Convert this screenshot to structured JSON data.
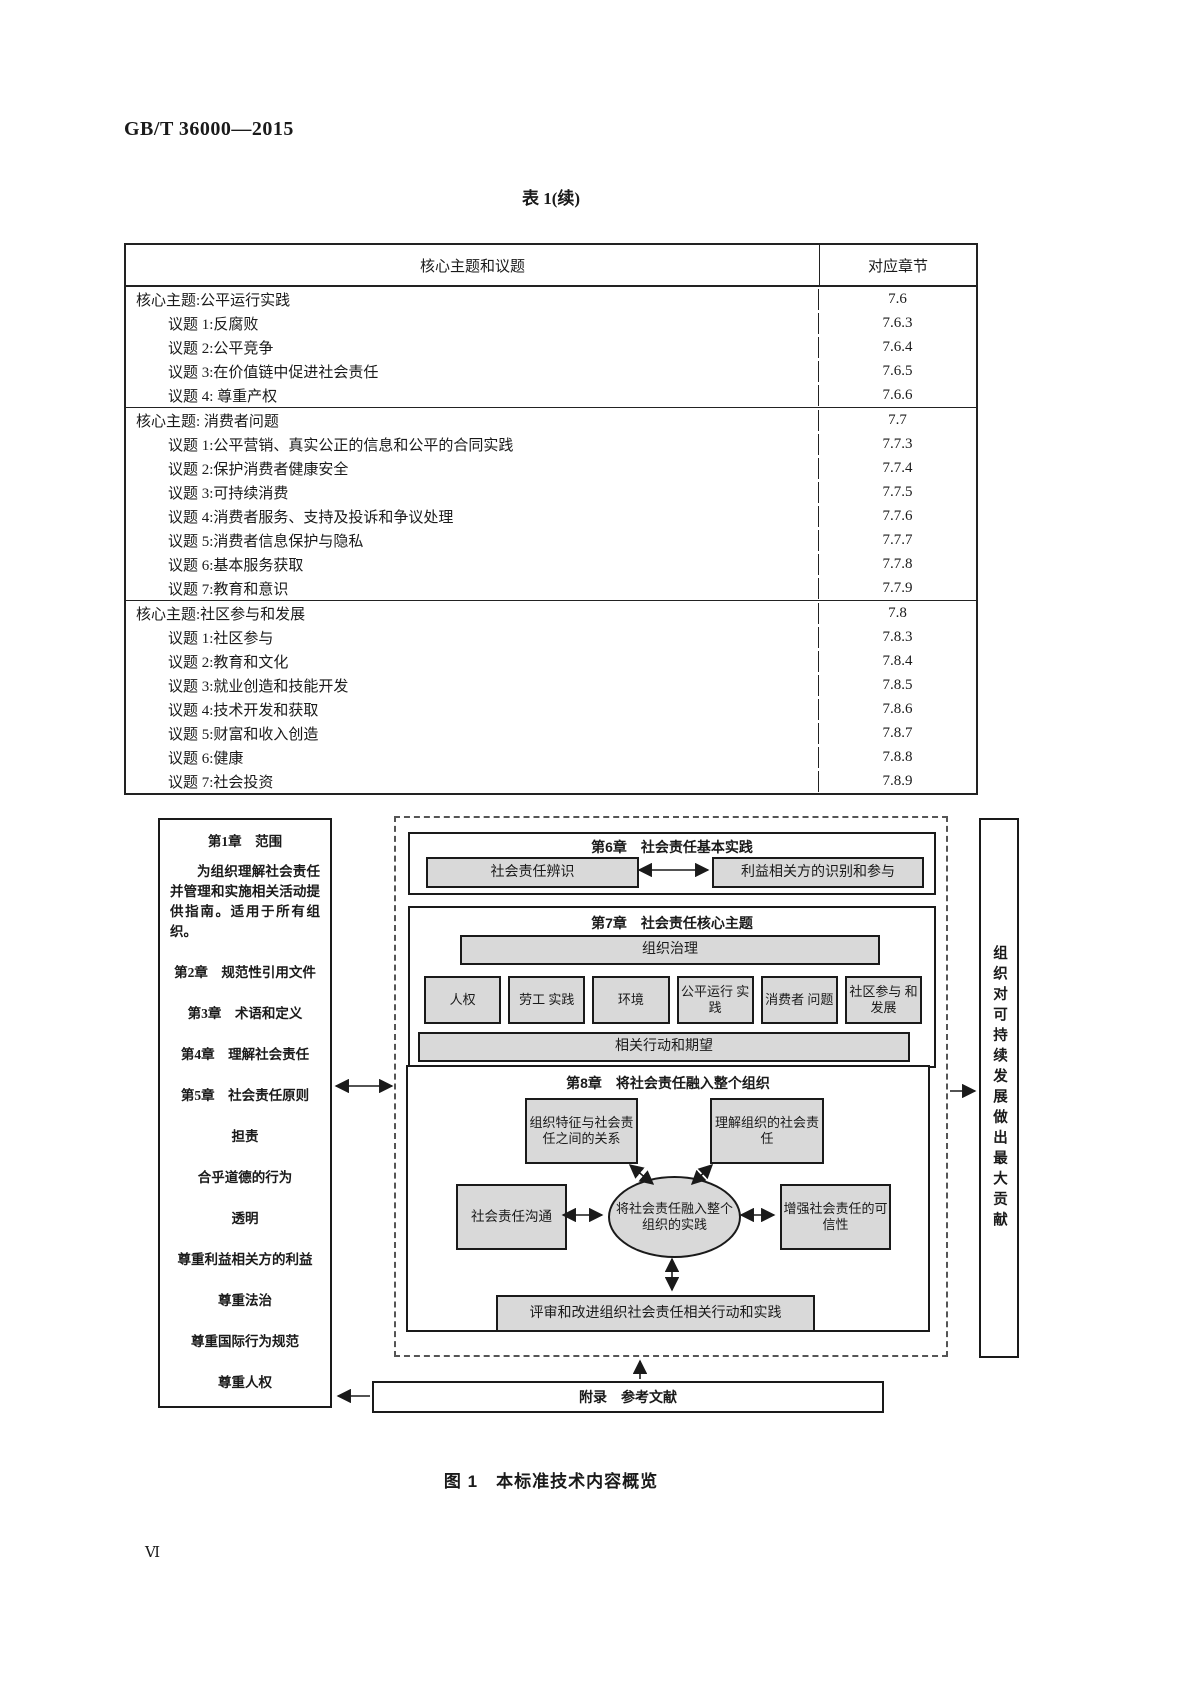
{
  "page": {
    "standard_number": "GB/T 36000—2015",
    "page_number": "Ⅵ"
  },
  "table": {
    "title": "表 1(续)",
    "columns": [
      "核心主题和议题",
      "对应章节"
    ],
    "rows": [
      {
        "label": "核心主题:公平运行实践",
        "ref": "7.6",
        "indent": false,
        "group_start": true
      },
      {
        "label": "议题 1:反腐败",
        "ref": "7.6.3",
        "indent": true,
        "group_start": false
      },
      {
        "label": "议题 2:公平竞争",
        "ref": "7.6.4",
        "indent": true,
        "group_start": false
      },
      {
        "label": "议题 3:在价值链中促进社会责任",
        "ref": "7.6.5",
        "indent": true,
        "group_start": false
      },
      {
        "label": "议题 4: 尊重产权",
        "ref": "7.6.6",
        "indent": true,
        "group_start": false
      },
      {
        "label": "核心主题: 消费者问题",
        "ref": "7.7",
        "indent": false,
        "group_start": true
      },
      {
        "label": "议题 1:公平营销、真实公正的信息和公平的合同实践",
        "ref": "7.7.3",
        "indent": true,
        "group_start": false
      },
      {
        "label": "议题 2:保护消费者健康安全",
        "ref": "7.7.4",
        "indent": true,
        "group_start": false
      },
      {
        "label": "议题 3:可持续消费",
        "ref": "7.7.5",
        "indent": true,
        "group_start": false
      },
      {
        "label": "议题 4:消费者服务、支持及投诉和争议处理",
        "ref": "7.7.6",
        "indent": true,
        "group_start": false
      },
      {
        "label": "议题 5:消费者信息保护与隐私",
        "ref": "7.7.7",
        "indent": true,
        "group_start": false
      },
      {
        "label": "议题 6:基本服务获取",
        "ref": "7.7.8",
        "indent": true,
        "group_start": false
      },
      {
        "label": "议题 7:教育和意识",
        "ref": "7.7.9",
        "indent": true,
        "group_start": false
      },
      {
        "label": "核心主题:社区参与和发展",
        "ref": "7.8",
        "indent": false,
        "group_start": true
      },
      {
        "label": "议题 1:社区参与",
        "ref": "7.8.3",
        "indent": true,
        "group_start": false
      },
      {
        "label": "议题 2:教育和文化",
        "ref": "7.8.4",
        "indent": true,
        "group_start": false
      },
      {
        "label": "议题 3:就业创造和技能开发",
        "ref": "7.8.5",
        "indent": true,
        "group_start": false
      },
      {
        "label": "议题 4:技术开发和获取",
        "ref": "7.8.6",
        "indent": true,
        "group_start": false
      },
      {
        "label": "议题 5:财富和收入创造",
        "ref": "7.8.7",
        "indent": true,
        "group_start": false
      },
      {
        "label": "议题 6:健康",
        "ref": "7.8.8",
        "indent": true,
        "group_start": false
      },
      {
        "label": "议题 7:社会投资",
        "ref": "7.8.9",
        "indent": true,
        "group_start": false
      }
    ]
  },
  "figure": {
    "caption": "图 1　本标准技术内容概览",
    "left_panel": {
      "ch1_title": "第1章　范围",
      "ch1_desc": "为组织理解社会责任并管理和实施相关活动提供指南。适用于所有组织。",
      "ch2_title": "第2章　规范性引用文件",
      "ch3_title": "第3章　术语和定义",
      "ch4_title": "第4章　理解社会责任",
      "ch5_title": "第5章　社会责任原则",
      "principles": [
        "担责",
        "合乎道德的行为",
        "透明",
        "尊重利益相关方的利益",
        "尊重法治",
        "尊重国际行为规范",
        "尊重人权"
      ]
    },
    "ch6": {
      "title": "第6章　社会责任基本实践",
      "box_identify": "社会责任辨识",
      "box_stakeholder": "利益相关方的识别和参与"
    },
    "ch7": {
      "title": "第7章　社会责任核心主题",
      "governance": "组织治理",
      "subjects": [
        "人权",
        "劳工 实践",
        "环境",
        "公平运行 实践",
        "消费者 问题",
        "社区参与 和发展"
      ],
      "actions_bar": "相关行动和期望"
    },
    "ch8": {
      "title": "第8章　将社会责任融入整个组织",
      "box_relation": "组织特征与社会责任之间的关系",
      "box_understand": "理解组织的社会责任",
      "box_communication": "社会责任沟通",
      "ellipse_practice": "将社会责任融入整个组织的实践",
      "box_credibility": "增强社会责任的可信性",
      "review_bar": "评审和改进组织社会责任相关行动和实践"
    },
    "annex": {
      "label": "附录　参考文献"
    },
    "right_panel": {
      "label": "组织对可持续发展做出最大贡献"
    }
  }
}
